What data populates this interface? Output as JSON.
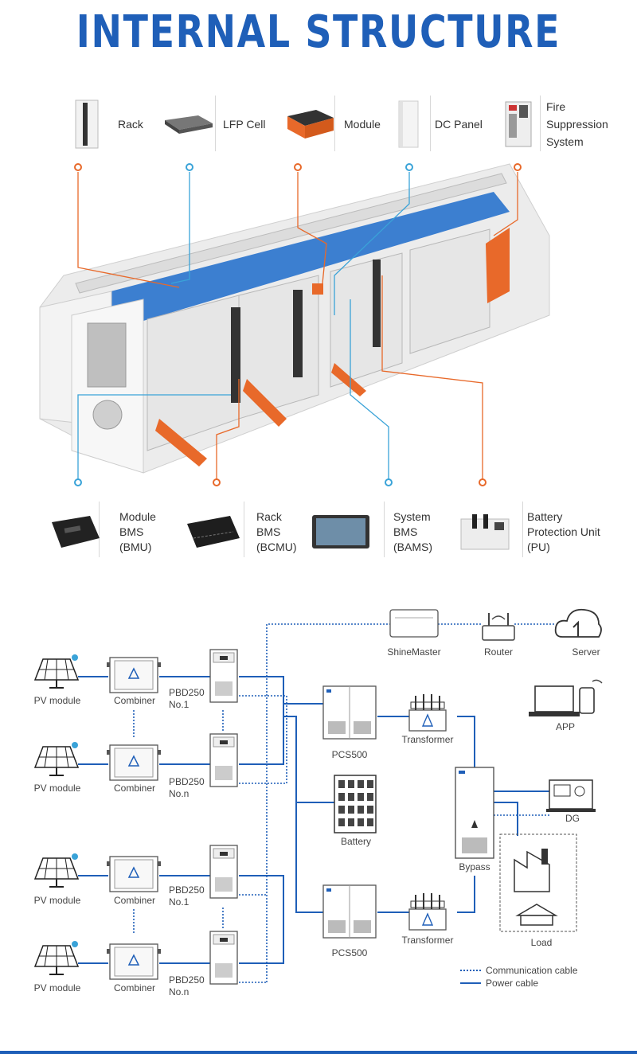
{
  "title": "INTERNAL STRUCTURE",
  "top_components": [
    {
      "label": "Rack",
      "icon": "rack-icon"
    },
    {
      "label": "LFP Cell",
      "icon": "lfp-cell-icon"
    },
    {
      "label": "Module",
      "icon": "module-icon"
    },
    {
      "label": "DC Panel",
      "icon": "dc-panel-icon"
    },
    {
      "label": "Fire\nSuppression\nSystem",
      "icon": "fire-suppression-icon"
    }
  ],
  "bottom_components": [
    {
      "label": "Module\nBMS\n(BMU)",
      "icon": "bmu-icon"
    },
    {
      "label": "Rack\nBMS\n(BCMU)",
      "icon": "bcmu-icon"
    },
    {
      "label": "System\nBMS\n(BAMS)",
      "icon": "bams-icon"
    },
    {
      "label": "Battery\nProtection Unit\n(PU)",
      "icon": "pu-icon"
    }
  ],
  "diagram": {
    "pv_module": "PV module",
    "combiner": "Combiner",
    "pbd1": "PBD250\nNo.1",
    "pbdn": "PBD250\nNo.n",
    "pcs": "PCS500",
    "transformer": "Transformer",
    "battery": "Battery",
    "bypass": "Bypass",
    "shinemaster": "ShineMaster",
    "router": "Router",
    "server": "Server",
    "app": "APP",
    "dg": "DG",
    "load": "Load"
  },
  "legend": {
    "communication": "Communication cable",
    "power": "Power cable"
  },
  "colors": {
    "title_blue": "#1f5fb8",
    "orange": "#e8692a",
    "cyan": "#3aa3d8",
    "power_blue": "#1f5fb8"
  }
}
